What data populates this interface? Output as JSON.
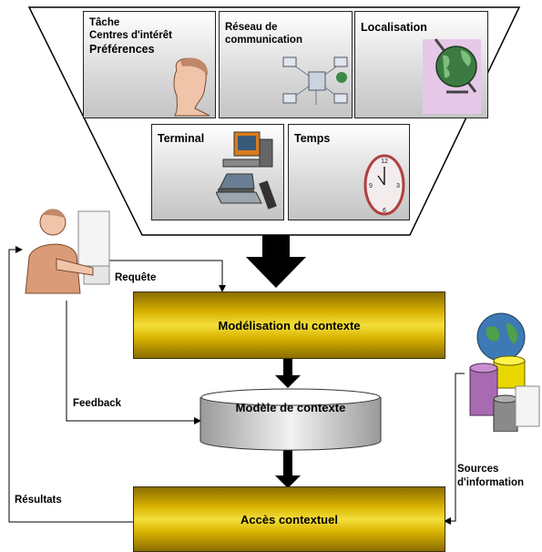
{
  "context_boxes": {
    "tache": "Tâche\nCentres d'intérêt",
    "preferences": "Préférences",
    "reseau": "Réseau de\ncommunication",
    "localisation": "Localisation",
    "terminal": "Terminal",
    "temps": "Temps"
  },
  "process": {
    "modelisation": "Modélisation du contexte",
    "modele": "Modèle de contexte",
    "acces": "Accès contextuel"
  },
  "arrows": {
    "requete": "Requête",
    "feedback": "Feedback",
    "resultats": "Résultats"
  },
  "sources": "Sources\nd'information",
  "colors": {
    "gold": "#d9b200",
    "box_gray": "#dcdcdc",
    "arrow": "#000000"
  }
}
